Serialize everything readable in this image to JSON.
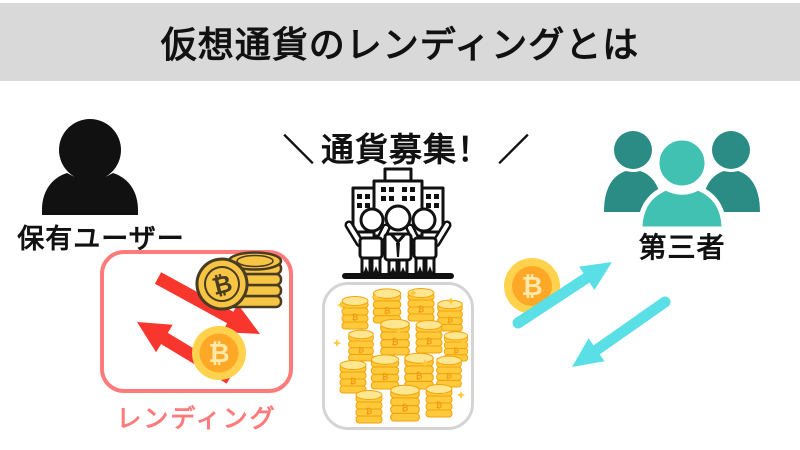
{
  "title": "仮想通貨のレンディングとは",
  "symbols": {
    "btc": "₿"
  },
  "left": {
    "label": "保有ユーザー",
    "lending_label": "レンディング"
  },
  "center": {
    "mark_left": "＼",
    "callout": "通貨募集！",
    "mark_right": "／"
  },
  "right": {
    "label": "第三者"
  },
  "colors": {
    "banner_bg": "#d9d9d9",
    "ink": "#111111",
    "lending_red": "#ff7b7b",
    "arrow_red": "#f8362e",
    "arrow_cyan": "#59dfe5",
    "teal_front": "#41c1b2",
    "teal_back": "#2b8b85",
    "coin_gold": "#ffc93c",
    "coin_light": "#ffe690",
    "coin_outline": "#f2a30a",
    "coin_mark": "#ef9c12",
    "btc_ring": "#ffd24d",
    "btc_center": "#ffa828",
    "btc_symbol": "#ffe9a8",
    "cartoon_gold": "#f6c544",
    "cartoon_outline": "#4a3b23",
    "box_border": "#d4d4d4"
  },
  "icons": {
    "holder-user-icon": "person-silhouette",
    "third-party-group-icon": "three-people-group",
    "company-building-icon": "office-building-with-cheering-people",
    "coin-pile-icon": "stacked-gold-coins",
    "bitcoin-coin-icon": "bitcoin-symbol-coin",
    "lend-arrow-icon": "thick-red-exchange-arrows",
    "exchange-arrow-icon": "cyan-exchange-arrows"
  }
}
